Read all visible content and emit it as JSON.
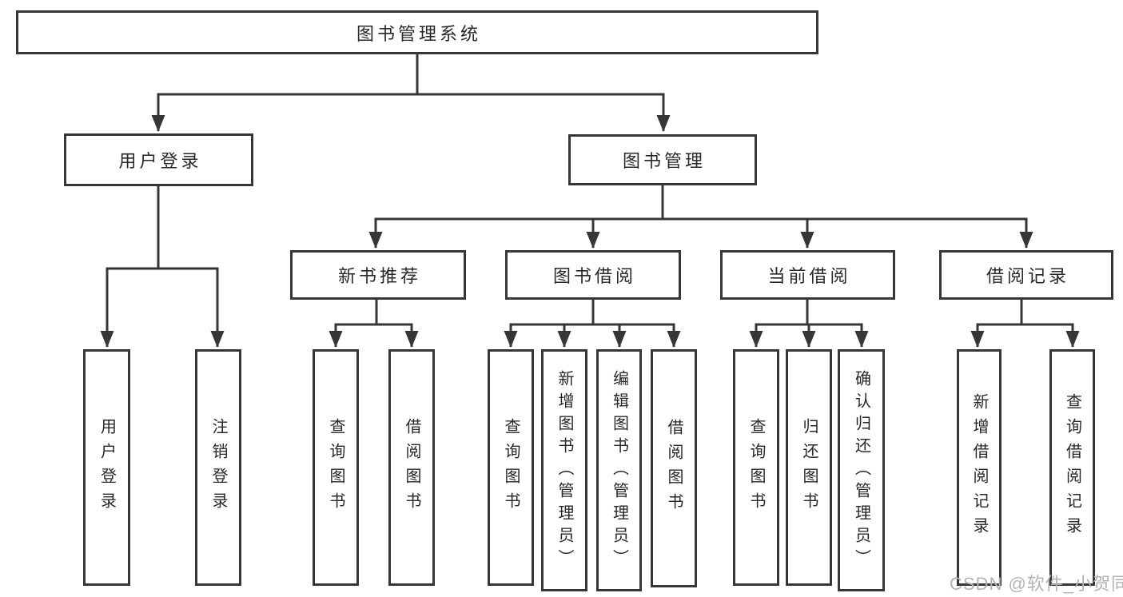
{
  "diagram": {
    "root": {
      "label": "图书管理系统"
    },
    "level2": [
      {
        "label": "用户登录"
      },
      {
        "label": "图书管理"
      }
    ],
    "level3": [
      {
        "label": "新书推荐"
      },
      {
        "label": "图书借阅"
      },
      {
        "label": "当前借阅"
      },
      {
        "label": "借阅记录"
      }
    ],
    "leaves": {
      "user_login": [
        {
          "label": "用户登录"
        },
        {
          "label": "注销登录"
        }
      ],
      "new_book": [
        {
          "label": "查询图书"
        },
        {
          "label": "借阅图书"
        }
      ],
      "book_borrow": [
        {
          "label": "查询图书"
        },
        {
          "label": "新增图书（管理员）"
        },
        {
          "label": "编辑图书（管理员）"
        },
        {
          "label": "借阅图书"
        }
      ],
      "current_borrow": [
        {
          "label": "查询图书"
        },
        {
          "label": "归还图书"
        },
        {
          "label": "确认归还（管理员）"
        }
      ],
      "borrow_record": [
        {
          "label": "新增借阅记录"
        },
        {
          "label": "查询借阅记录"
        }
      ]
    },
    "line_color": "#363636",
    "text_color": "#282828"
  },
  "watermark": {
    "text": "CSDN @软件_小贺同学",
    "color": "#b3b3b3"
  }
}
